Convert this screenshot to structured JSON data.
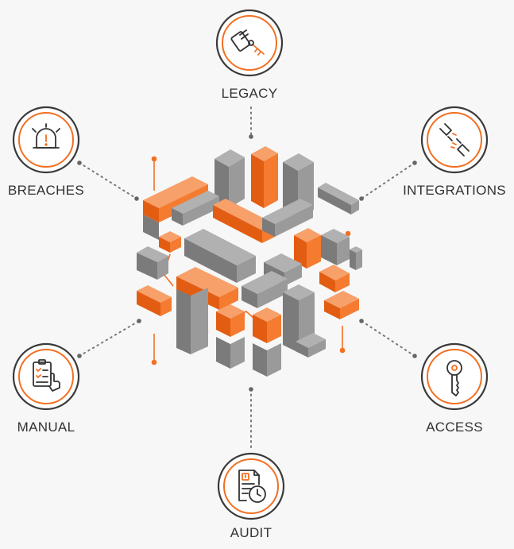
{
  "colors": {
    "accent": "#f36f21",
    "ring_dark": "#3a3a3a",
    "block_gray": "#8a8a8a",
    "connector": "#777777",
    "label_text": "#333333",
    "background": "#f7f7f7"
  },
  "nodes": {
    "legacy": {
      "label": "LEGACY",
      "icon": "key-card-icon"
    },
    "breaches": {
      "label": "BREACHES",
      "icon": "alarm-warning-icon"
    },
    "integrations": {
      "label": "INTEGRATIONS",
      "icon": "plug-connector-icon"
    },
    "manual": {
      "label": "MANUAL",
      "icon": "checklist-hand-icon"
    },
    "access": {
      "label": "ACCESS",
      "icon": "key-icon"
    },
    "audit": {
      "label": "AUDIT",
      "icon": "document-clock-icon"
    }
  }
}
